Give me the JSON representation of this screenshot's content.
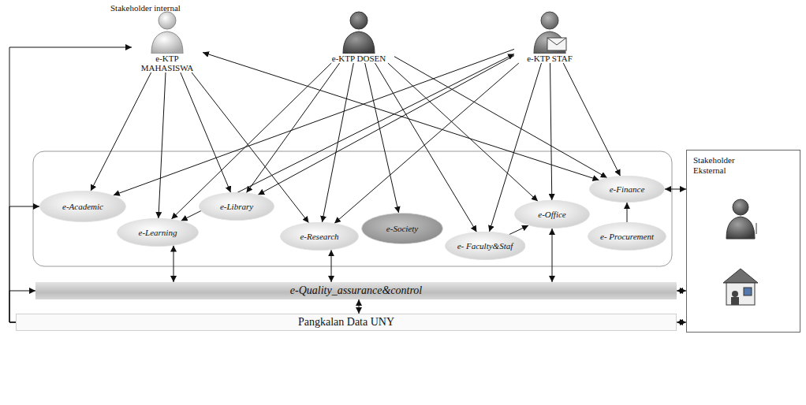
{
  "diagram": {
    "nodes": [
      {
        "text": [
          "e-KTP MAHASISWA"
        ]
      },
      {
        "text": [
          "e-KTP DOSEN"
        ]
      },
      {
        "text": [
          "e-KTP STAF"
        ]
      },
      {
        "text": [
          "e-Academic"
        ]
      },
      {
        "text": [
          "e-Learning"
        ]
      },
      {
        "text": [
          "e-Library"
        ]
      },
      {
        "text": [
          "e-Research"
        ]
      },
      {
        "text": [
          "e-Society"
        ]
      },
      {
        "text": [
          "e-Office"
        ]
      },
      {
        "text": [
          "e- Faculty&Staf"
        ]
      },
      {
        "text": [
          "e-Finance"
        ]
      },
      {
        "text": [
          "e- Procurement"
        ]
      },
      {
        "text": [
          "e-Quality_assurance&control"
        ]
      },
      {
        "text": [
          "Pangkalan Data UNY"
        ]
      },
      {
        "text": [
          "Stakeholder Eksternal"
        ]
      }
    ],
    "edges": [
      {
        "from": 0,
        "to": 3,
        "arrow": "to"
      },
      {
        "from": 0,
        "to": 4,
        "arrow": "to"
      },
      {
        "from": 0,
        "to": 5,
        "arrow": "to"
      },
      {
        "from": 0,
        "to": 6,
        "arrow": "to"
      },
      {
        "from": 0,
        "to": 10,
        "arrow": "both"
      },
      {
        "from": 1,
        "to": 4,
        "arrow": "to"
      },
      {
        "from": 1,
        "to": 5,
        "arrow": "to"
      },
      {
        "from": 1,
        "to": 6,
        "arrow": "to"
      },
      {
        "from": 1,
        "to": 7,
        "arrow": "to"
      },
      {
        "from": 1,
        "to": 8,
        "arrow": "to"
      },
      {
        "from": 1,
        "to": 9,
        "arrow": "to"
      },
      {
        "from": 1,
        "to": 10,
        "arrow": "to"
      },
      {
        "from": 2,
        "to": 3,
        "arrow": "to"
      },
      {
        "from": 2,
        "to": 4,
        "arrow": "both"
      },
      {
        "from": 2,
        "to": 5,
        "arrow": "to"
      },
      {
        "from": 2,
        "to": 6,
        "arrow": "to"
      },
      {
        "from": 2,
        "to": 8,
        "arrow": "to"
      },
      {
        "from": 2,
        "to": 9,
        "arrow": "to"
      },
      {
        "from": 2,
        "to": 10,
        "arrow": "to"
      },
      {
        "from": 9,
        "to": 8,
        "arrow": "to"
      },
      {
        "from": 11,
        "to": 10,
        "arrow": "to"
      },
      {
        "from": 4,
        "to": 12,
        "arrow": "both"
      },
      {
        "from": 6,
        "to": 12,
        "arrow": "both"
      },
      {
        "from": 8,
        "to": 12,
        "arrow": "both"
      },
      {
        "from": 12,
        "to": 13,
        "arrow": "both"
      },
      {
        "from": 10,
        "to": 14,
        "arrow": "both"
      },
      {
        "from": 12,
        "to": 14,
        "arrow": "both"
      },
      {
        "from": 13,
        "to": 14,
        "arrow": "both"
      },
      {
        "from": 13,
        "to": 0,
        "arrow": "to"
      },
      {
        "from": 13,
        "to": 3,
        "arrow": "to"
      },
      {
        "from": 13,
        "to": 12,
        "arrow": "to"
      }
    ],
    "labels": [
      "Stakeholder internal"
    ]
  }
}
